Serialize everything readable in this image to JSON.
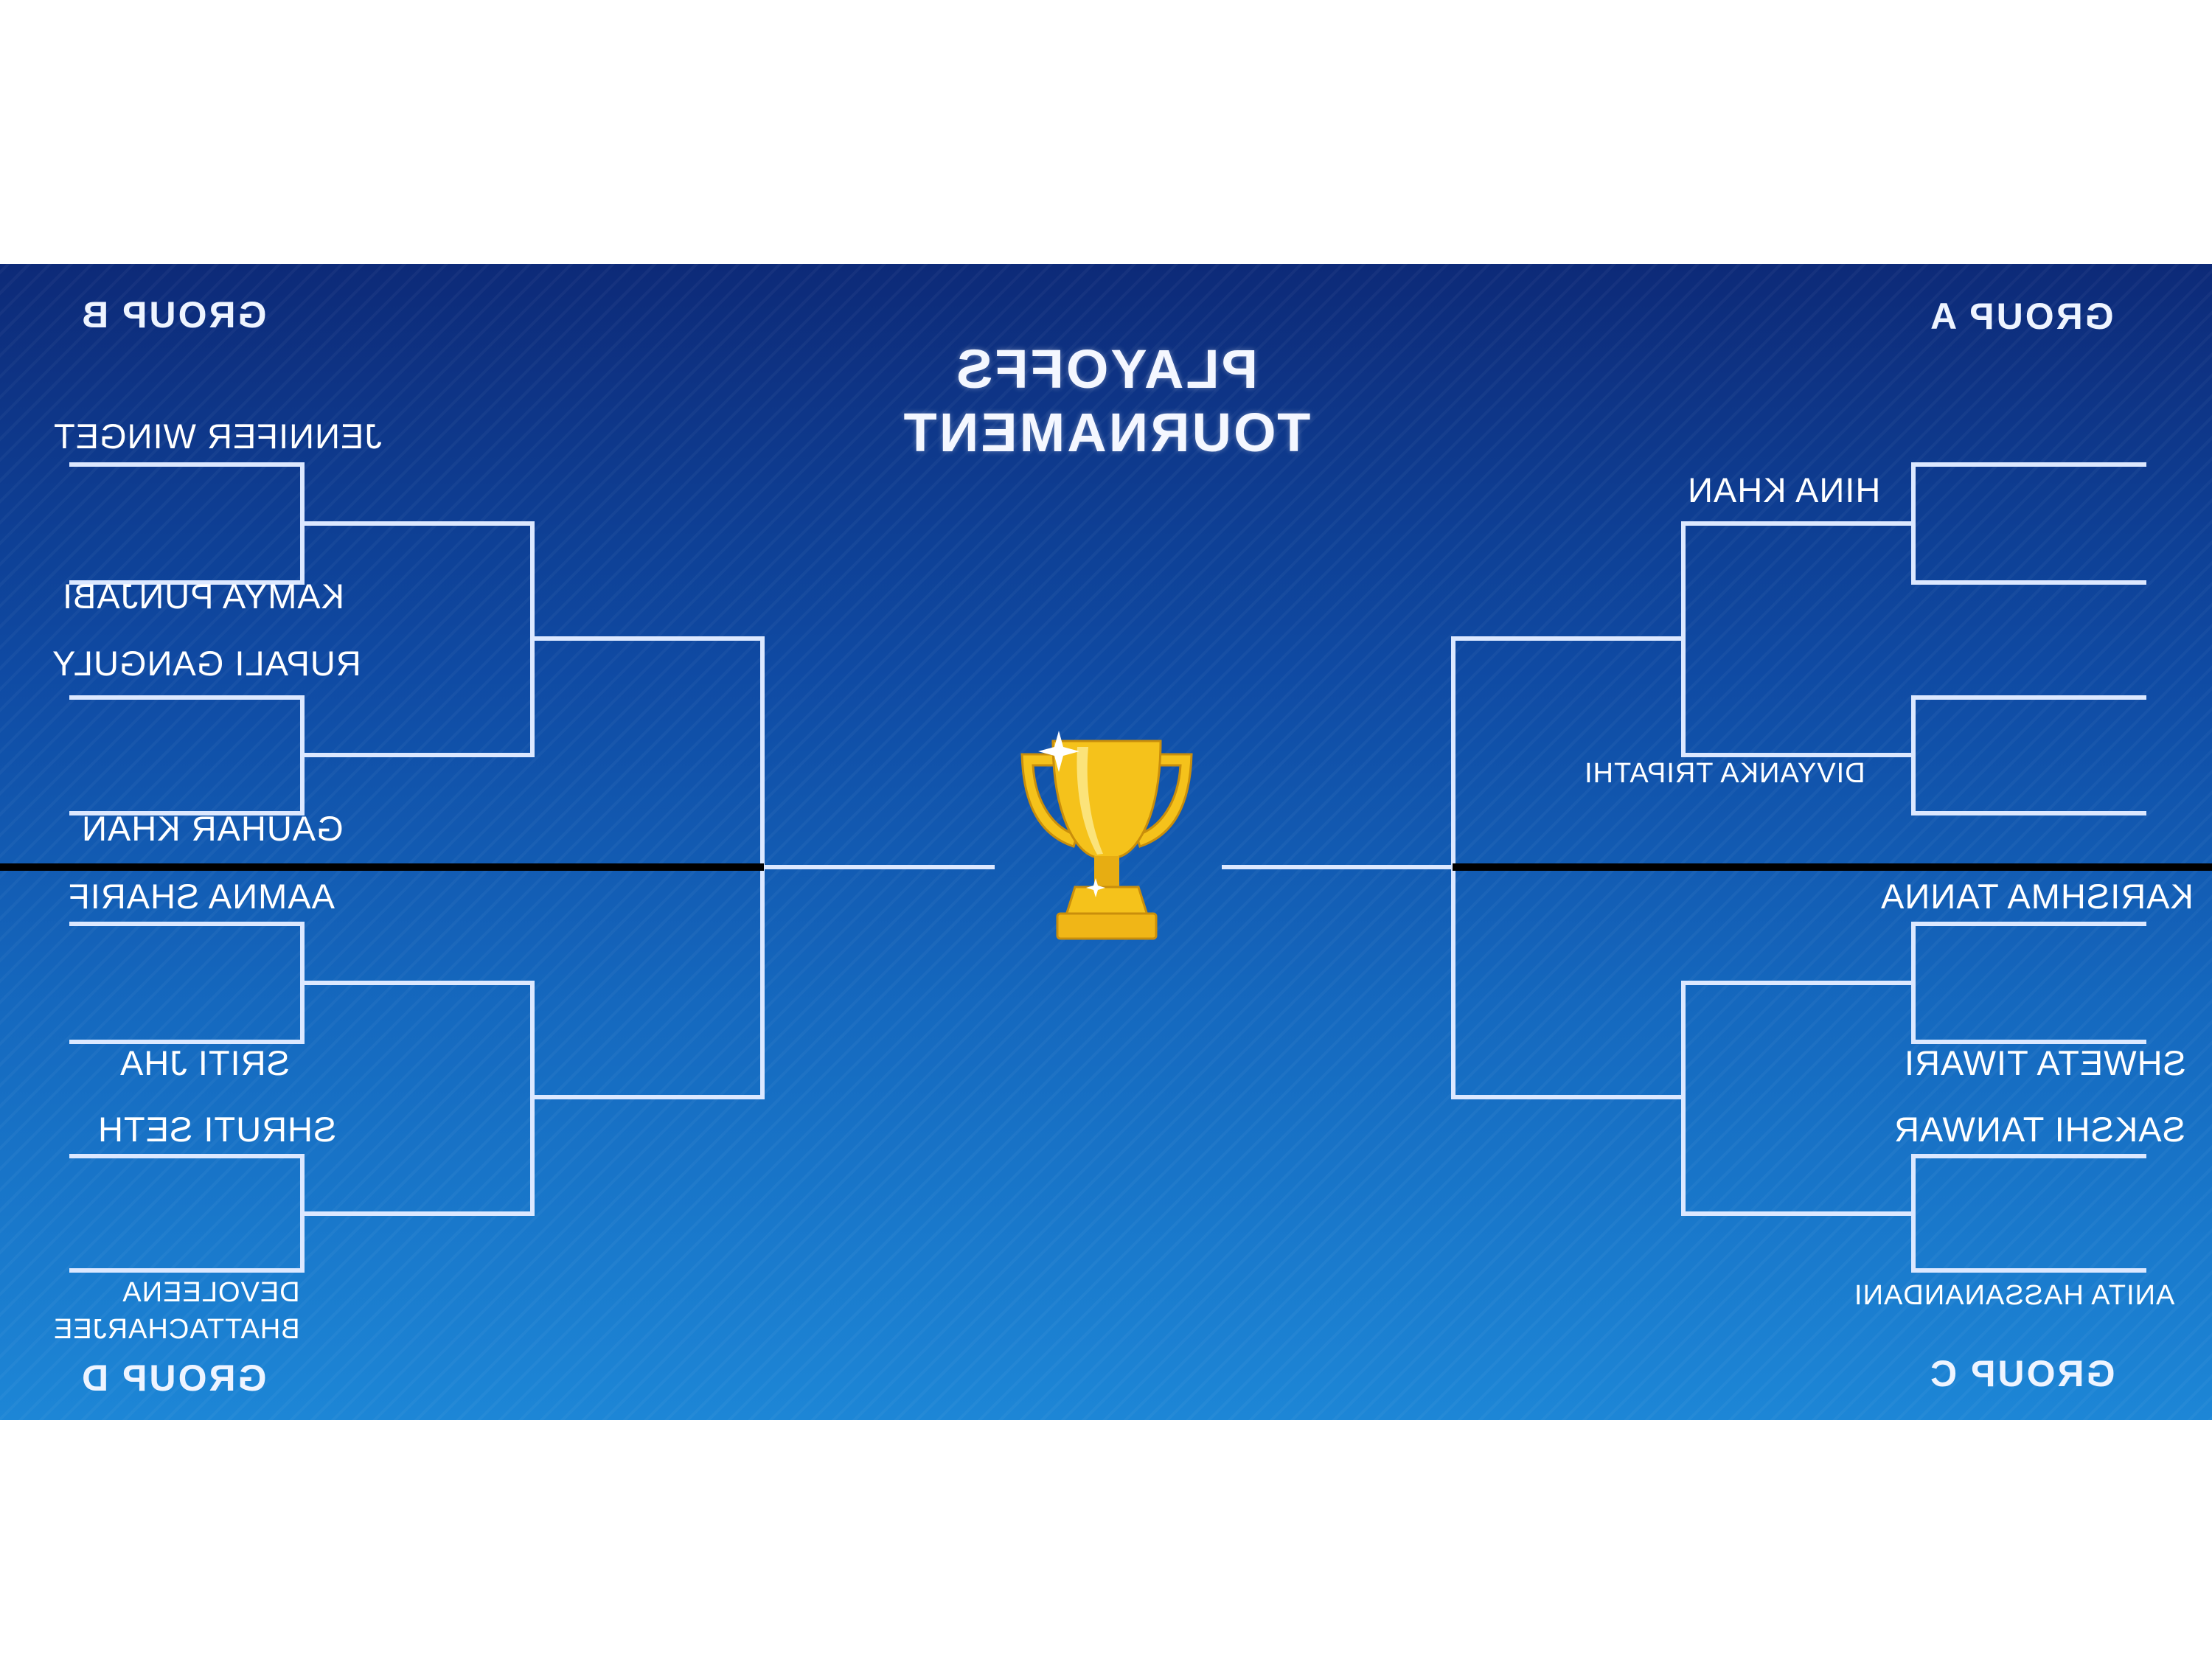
{
  "title": [
    "PLAYOFFS",
    "TOURNAMENT"
  ],
  "groups": {
    "a": "GROUP A",
    "b": "GROUP B",
    "c": "GROUP C",
    "d": "GROUP D"
  },
  "players": {
    "jennifer": "JENNIFER WINGET",
    "kamya": "KAMYA PUNJABI",
    "rupali": "RUPALI GANGULY",
    "gauhar": "GAUHAR KHAN",
    "aamna": "AAMNA SHARIF",
    "sriti": "SRITI JHA",
    "shruti": "SHRUTI SETH",
    "devoleena": "DEVOLEENA\nBHATTACHARJEE",
    "hina": "HINA KHAN",
    "divyanka": "DIVYANKA TRIPATHI",
    "karishma": "KARISHMA TANNA",
    "shweta": "SHWETA TIWARI",
    "sakshi": "SAKSHI TANWAR",
    "anita": "ANITA HASSANANDANI"
  },
  "colors": {
    "bracket_line": "#dce8ff",
    "divider": "#000000",
    "trophy_gold": "#f5c21b"
  }
}
